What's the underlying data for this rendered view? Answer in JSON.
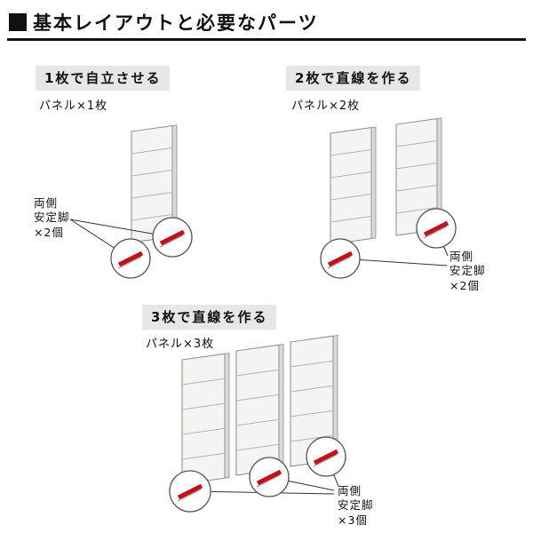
{
  "page": {
    "title": "基本レイアウトと必要なパーツ"
  },
  "colors": {
    "accent_red": "#c1121c"
  },
  "sections": [
    {
      "header": "1枚で自立させる",
      "panel_count_label": "パネル×1枚",
      "feet_label_lines": [
        "両側",
        "安定脚",
        "×2個"
      ]
    },
    {
      "header": "2枚で直線を作る",
      "panel_count_label": "パネル×2枚",
      "feet_label_lines": [
        "両側",
        "安定脚",
        "×2個"
      ]
    },
    {
      "header": "3枚で直線を作る",
      "panel_count_label": "パネル×3枚",
      "feet_label_lines": [
        "両側",
        "安定脚",
        "×3個"
      ]
    }
  ]
}
